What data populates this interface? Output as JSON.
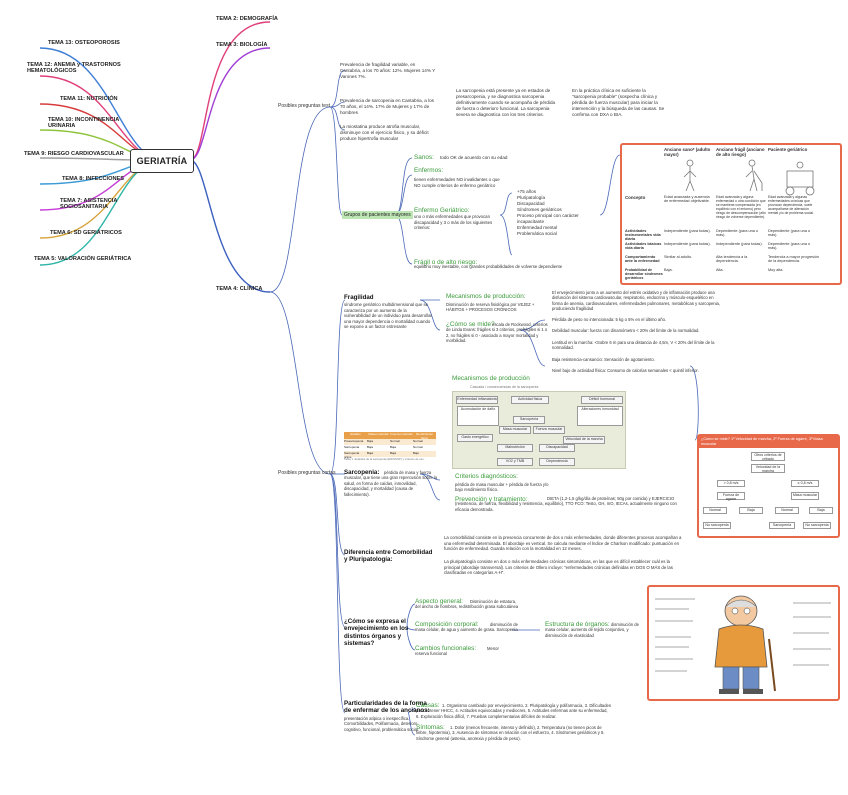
{
  "center": {
    "title": "GERIATRÍA"
  },
  "left_topics": [
    "TEMA 13: OSTEOPOROSIS",
    "TEMA 12: ANEMIA y TRASTORNOS HEMATOLÓGICOS",
    "TEMA 11: NUTRICIÓN",
    "TEMA 10: INCONTINENCIA URINARIA",
    "TEMA 9: RIESGO CARDIOVASCULAR",
    "TEMA 8: INFECCIONES",
    "TEMA 7: ASISTENCIA SOCIOSANITARIA",
    "TEMA 6: SD GERIÁTRICOS",
    "TEMA 5: VALORACIÓN GERIÁTRICA"
  ],
  "right_topics": [
    "TEMA 2: DEMOGRAFÍA",
    "TEMA 3: BIOLOGÍA",
    "TEMA 4: CLÍNICA"
  ],
  "branches": {
    "preguntas_test": "Posibles preguntas test",
    "preguntas_cortas": "Posibles preguntas cortas"
  },
  "test_items": [
    "Prevalencia de fragilidad variable, en Cantabria, a los 70 años: 12%. Mujeres 14% Y Varones 7%.",
    "Prevalencia de sarcopenia en Cantabria, a los 70 años, el 14%. 17% de Mujeres y 17% de hombres",
    "La miostatina produce atrofia muscular, disminuye con el ejercicio físico, y su déficit produce hipertrofia muscular"
  ],
  "sarcopenia_notes": [
    "La sarcopenia está presente ya en estados de presarcopenia, y se diagnostica sarcopenia definitivamente cuando se acompaña de pérdida de fuerza o deterioro funcional. La sarcopenia severa se diagnostica con los tres criterios.",
    "En la práctica clínica es suficiente la \"sarcopenia probable\" (sospecha clínica y pérdida de fuerza muscular) para iniciar la intervención y la búsqueda de las causas. Se confirma con DXA o BIA."
  ],
  "groups": {
    "label": "Grupos de pacientes mayores",
    "sanos": {
      "title": "Sanos:",
      "text": "todo OK de acuerdo con su edad"
    },
    "enfermos": {
      "title": "Enfermos:",
      "text": "tienen enfermedades NO invalidantes o que NO cumple criterios de enfermo geriátrico"
    },
    "geriatrico": {
      "title": "Enfermo Geriátrico:",
      "text": "uno o más enfermedades que provocan discapacidad y 3 o más de los siguientes criterios:"
    },
    "criterios": [
      "+75 años",
      "Pluripatología",
      "Discapacidad",
      "Síndromes geriátricos",
      "Proceso principal con carácter incapacitante",
      "Enfermedad mental",
      "Problemática social"
    ],
    "fragil": {
      "title": "Frágil o de alto riesgo:",
      "text": "equilibrio muy inestable, con grandes probabilidades de volverse dependiente"
    }
  },
  "table": {
    "headers": [
      "",
      "Anciano sano* (adulto mayor)",
      "Anciano frágil (anciano de alto riesgo)",
      "Paciente geriátrico"
    ],
    "rows": [
      {
        "label": "Concepto",
        "cells": [
          "Edad avanzada y ausencia de enfermedad objetivable.",
          "Edad avanzada y alguna enfermedad u otra condición que se mantiene compensada (en equilibrio con el entorno) pero riesgo de descompensación (alto riesgo de volverse dependiente).",
          "Edad avanzada y algunas enfermedades crónicas que provocan dependencia, suele acompañarse de alteración mental y/o de problema social."
        ]
      },
      {
        "label": "Actividades instrumentales vida diaria",
        "cells": [
          "Independiente (para todas).",
          "Dependiente (para una o más).",
          "Dependiente (para una o más)."
        ]
      },
      {
        "label": "Actividades básicas vida diaria",
        "cells": [
          "Independiente (para todas).",
          "Independiente (para todas).",
          "Dependiente (para una o más)."
        ]
      },
      {
        "label": "Comportamiento ante la enfermedad",
        "cells": [
          "Similar al adulto.",
          "Alta tendencia a la dependencia.",
          "Tendencia a mayor progresión de la dependencia."
        ]
      },
      {
        "label": "Probabilidad de desarrollar síndromes geriátricos",
        "cells": [
          "Baja.",
          "Alta.",
          "Muy alta."
        ]
      }
    ]
  },
  "fragilidad": {
    "title": "Fragilidad",
    "text": "síndrome geriátrico multidimensional que se caracteriza por un aumento de la vulnerabilidad de un individuo para desarrollar una mayor dependencia o mortalidad cuando se expone a un factor estresante",
    "mecanismos_title": "Mecanismos de producción:",
    "mecanismos_text": "Disminución de reserva fisiológica por VEJEZ + HÁBITOS + PROCESOS CRÓNICOS",
    "envejecimiento": "El envejecimiento junto a un aumento del estrés oxidativo y de inflamación produce una disfunción del sistema cardiovascular, respiratorio, endocrino y músculo-esquelético en forma de anemia, cardiovasculares, enfermedades pulmonares, metabólicas y sarcopenia, produciendo fragilidad",
    "mide_title": "¿Cómo se mide?",
    "mide_text": "escala de Rockwood, criterios de Linda Evans: frágiles si 3 criterios, prefrágiles si 1 o 2, no frágiles si 0 - asociado a mayor mortalidad y morbilidad.",
    "criterios": [
      "Pérdida de peso no intencionada: 5 kg o 5% en el último año.",
      "Debilidad muscular: fuerza con dinamómetro < 20% del límite de la normalidad.",
      "Lentitud en la marcha: <Sobre 6 m para una distancia de 4,5m, V < 20% del límite de la normalidad.",
      "Baja resistencia-cansancio: Sensación de agotamiento.",
      "Nivel bajo de actividad física: Consumo de calorías semanales < quintil inferior."
    ],
    "diagram_title": "Mecanismos de producción",
    "diagram_caption": "Cascada / consecuencias de la sarcopenia",
    "diagram_boxes": [
      "Actividad física",
      "Sarcopenia",
      "Fuerza muscular",
      "Masa muscular",
      "Anorexia",
      "Velocidad de la marcha",
      "Independencia",
      "Discapacidad",
      "Dependencia",
      "Gasto energético",
      "VO2 y TMB",
      "Malnutrición",
      "Enfermedad inflamatoria",
      "Acumulación de daño",
      "Envejecimiento",
      "Déficit hormonal",
      "Alteraciones inmunidad"
    ],
    "flow_title": "¿Cómo se mide? 1º Velocidad de marcha, 2º Fuerza de agarre, 3º Masa muscular",
    "flow_boxes": [
      "Otros criterios de cribado",
      "Velocidad de la marcha",
      "> 0,8 m/s",
      "≤ 0,8 m/s",
      "Fuerza de agarre",
      "Masa muscular",
      "Normal",
      "Baja",
      "Normal",
      "Baja",
      "No sarcopenia",
      "Sarcopenia",
      "No sarcopenia"
    ]
  },
  "sarcopenia": {
    "title": "Sarcopenia:",
    "text": "pérdida de masa y fuerza muscular, que tiene una gran repercusión sobre la salud, en forma de caídas, inmovilidad, discapacidad, y mortalidad (causa de fallecimiento).",
    "criterios_title": "Criterios diagnósticos:",
    "criterios_text": "pérdida de masa muscular + pérdida de fuerza y/o bajo rendimiento físico.",
    "prev_title": "Prevención y tratamiento:",
    "prev_text": "DIETA (1,2-1,5 g/kg/día de proteínas; 50g por comida) y EJERCICIO (resistencia, de fuerza, flexibilidad y resistencia, equilibrio), TTO FCO: Testo, GH, mO, IECAs, actualmente ninguno con eficacia demostrada.",
    "table_caption": "Tabla 1. Estadios de la sarcopenia (EWGSOP) y criterios de uso.",
    "table_headers": [
      "Estadio",
      "Masa muscular",
      "Fuerza muscular",
      "Rendimiento físico"
    ],
    "table_rows": [
      [
        "Presarcopenia",
        "Baja",
        "Normal",
        "Normal"
      ],
      [
        "Sarcopenia",
        "Baja",
        "Baja",
        "Normal"
      ],
      [
        "Sarcopenia grave",
        "Baja",
        "Baja",
        "Bajo"
      ]
    ]
  },
  "comorbilidad": {
    "title": "Diferencia entre Comorbilidad y Pluripatología:",
    "comorbilidad": "La comorbilidad consiste en la presencia concurrente de dos o más enfermedades, donde diferentes procesos acompañan a una enfermedad determinada. El abordaje es vertical. Se calcula mediante el Índice de Charlson modificado: puntuación en función de enfermedad. Guarda relación con la mortalidad en 12 meses.",
    "pluripatologia": "La pluripatología consiste en dos o más enfermedades crónicas sintomáticas, en las que es difícil establecer cuál es la principal (abordaje transversal). Los criterios de Ollero incluye: \"enfermedades crónicas definidas en DOS O MÁS de las clasificadas en categorías A-H\"."
  },
  "envejecimiento": {
    "title": "¿Cómo se expresa el envejecimiento en los distintos órganos y sistemas?",
    "aspecto_title": "Aspecto general:",
    "aspecto_text": "Disminución de estatura, del ancho de hombros, redistribución grasa subcutánea",
    "composicion_title": "Composición corporal:",
    "composicion_text": "disminución de masa celular, de agua y aumento de grasa. Sarcopenia",
    "estructura_title": "Estructura de órganos:",
    "estructura_text": "disminución de masa celular, aumento de tejido conjuntivo, y disminución de elasticidad",
    "funcionales_title": "Cambios funcionales:",
    "funcionales_text": "Menor reserva funcional"
  },
  "particularidades": {
    "title": "Particularidades de la forma de enfermar de los ancianos:",
    "text": "presentación atípica o inespecífica. Comorbilidades, Polifarmacia, deterioro cognitivo, funcional, problemática social.",
    "causas_title": "Causas:",
    "causas_text": "1. Organismo cambiado por envejecimiento, 2. Pluripatología y polifarmacia, 3. Dificultades para obtener HHCC, 4. Actitudes equivocadas y mediocres, 5. Actitudes enfermas ante su enfermedad, 6. Exploración física difícil, 7. Pruebas complementarias difíciles de realizar.",
    "sintomas_title": "Síntomas:",
    "sintomas_text": "1. Dolor (menos frecuente, intenso y definido), 2. Temperatura (no tienen picos de fiebre, hipotermia), 3. Ausencia de síntomas en relación con el esfuerzo, 4. Síndromes geriátricos y 5. Síndrome general (astenia, anorexia y pérdida de peso)."
  }
}
